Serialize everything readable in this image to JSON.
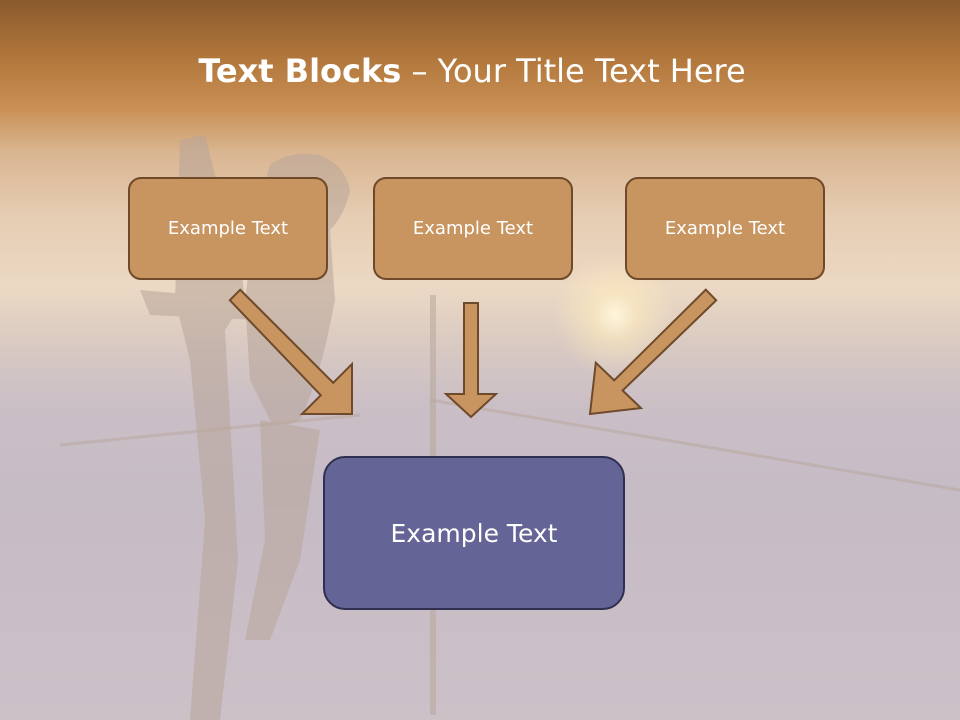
{
  "title": {
    "bold": "Text Blocks",
    "separator": " – ",
    "rest": "Your Title Text Here"
  },
  "top_boxes": [
    "Example Text",
    "Example Text",
    "Example Text"
  ],
  "bottom_box": "Example Text",
  "colors": {
    "box_fill": "#c89460",
    "box_border": "#6e4a2a",
    "main_box_fill": "#646496",
    "main_box_border": "#2f2f50",
    "arrow_fill": "#c89460"
  }
}
